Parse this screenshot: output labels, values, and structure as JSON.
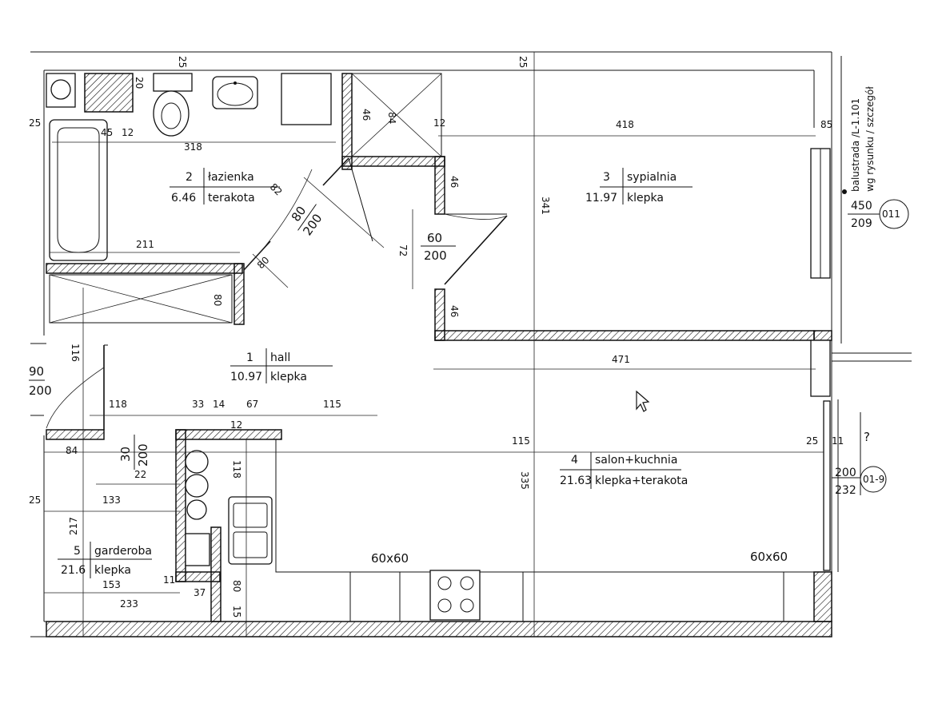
{
  "rooms": [
    {
      "id": "1",
      "name": "hall",
      "area": "10.97",
      "floor": "klepka"
    },
    {
      "id": "2",
      "name": "łazienka",
      "area": "6.46",
      "floor": "terakota"
    },
    {
      "id": "3",
      "name": "sypialnia",
      "area": "11.97",
      "floor": "klepka"
    },
    {
      "id": "4",
      "name": "salon+kuchnia",
      "area": "21.63",
      "floor": "klepka+terakota"
    },
    {
      "id": "5",
      "name": "garderoba",
      "area": "21.6",
      "floor": "klepka"
    }
  ],
  "dimensions": {
    "d318": "318",
    "d211": "211",
    "d418": "418",
    "d471": "471",
    "d115a": "115",
    "d115b": "115",
    "d118": "118",
    "d133": "133",
    "d153": "153",
    "d233": "233",
    "d84": "84",
    "d67": "67",
    "d33": "33",
    "d14": "14",
    "d25a": "25",
    "d25b": "25",
    "d25c": "25",
    "d25d": "25",
    "d25e": "25",
    "d12a": "12",
    "d12b": "12",
    "d12c": "12",
    "d45": "45",
    "d46a": "46",
    "d46b": "46",
    "d46c": "46",
    "d84b": "84",
    "d341": "341",
    "d335": "335",
    "d217": "217",
    "d118v": "118",
    "d116": "116",
    "d80": "80",
    "d80b": "80",
    "d15": "15",
    "d37": "37",
    "d11a": "11",
    "d11b": "11",
    "d22": "22",
    "d72": "72",
    "d20": "20",
    "d82": "82",
    "d85": "85",
    "d80c": "80"
  },
  "openings": [
    {
      "id": "door-bath",
      "w": "80",
      "h": "200"
    },
    {
      "id": "door-bed",
      "w": "60",
      "h": "200"
    },
    {
      "id": "door-ward",
      "w": "30",
      "h": "200"
    },
    {
      "id": "door-hall",
      "w": "90",
      "h": "200"
    }
  ],
  "windows": [
    {
      "tag": "011",
      "top": "450",
      "bottom": "209"
    },
    {
      "tag": "01-9",
      "top": "200",
      "bottom": "232"
    }
  ],
  "labels": {
    "tile_a": "60x60",
    "tile_b": "60x60",
    "question": "?",
    "balcony_note_1": "balustrada /L-1.101",
    "balcony_note_2": "wg rysunku / szczegół"
  }
}
